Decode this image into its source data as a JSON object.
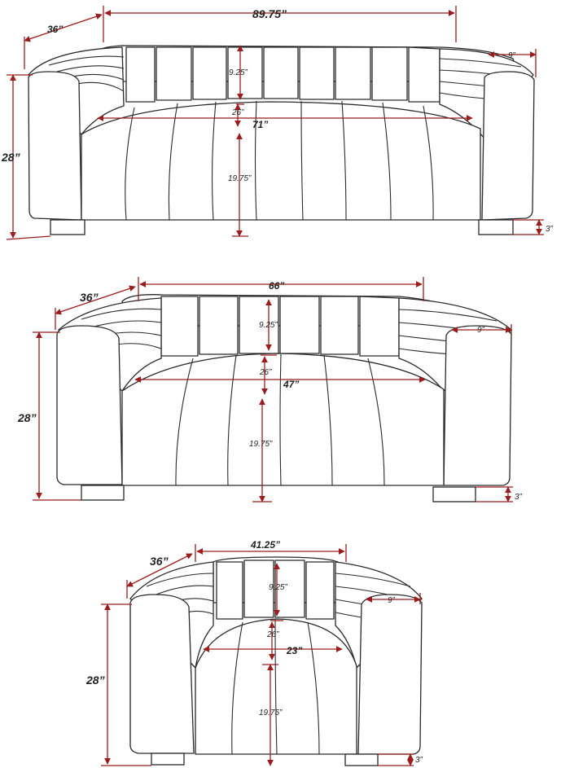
{
  "sofa": {
    "width": "89.75”",
    "depth": "36”",
    "arm_width": "9”",
    "height": "28”",
    "back_height": "9.25”",
    "seat_depth": "26”",
    "seat_width": "71”",
    "seat_height": "19.75”",
    "leg_height": "3”"
  },
  "loveseat": {
    "width": "66”",
    "depth": "36”",
    "arm_width": "9”",
    "height": "28”",
    "back_height": "9.25”",
    "seat_depth": "26”",
    "seat_width": "47”",
    "seat_height": "19.75”",
    "leg_height": "3”"
  },
  "chair": {
    "width": "41.25”",
    "depth": "36”",
    "arm_width": "9”",
    "height": "28”",
    "back_height": "9.25”",
    "seat_depth": "26”",
    "seat_width": "23”",
    "seat_height": "19.75”",
    "leg_height": "3”"
  }
}
